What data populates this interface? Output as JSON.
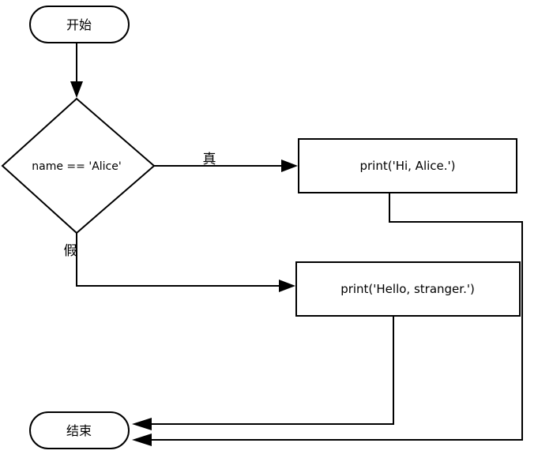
{
  "diagram": {
    "type": "flowchart",
    "nodes": {
      "start": {
        "label": "开始",
        "shape": "terminal"
      },
      "decision": {
        "label": "name == 'Alice'",
        "shape": "diamond"
      },
      "true_action": {
        "label": "print('Hi, Alice.')",
        "shape": "process"
      },
      "false_action": {
        "label": "print('Hello, stranger.')",
        "shape": "process"
      },
      "end": {
        "label": "结束",
        "shape": "terminal"
      }
    },
    "edges": {
      "true_label": "真",
      "false_label": "假"
    },
    "colors": {
      "stroke": "#000000",
      "node_fill": "#ffffff",
      "background": "#ffffff"
    }
  }
}
